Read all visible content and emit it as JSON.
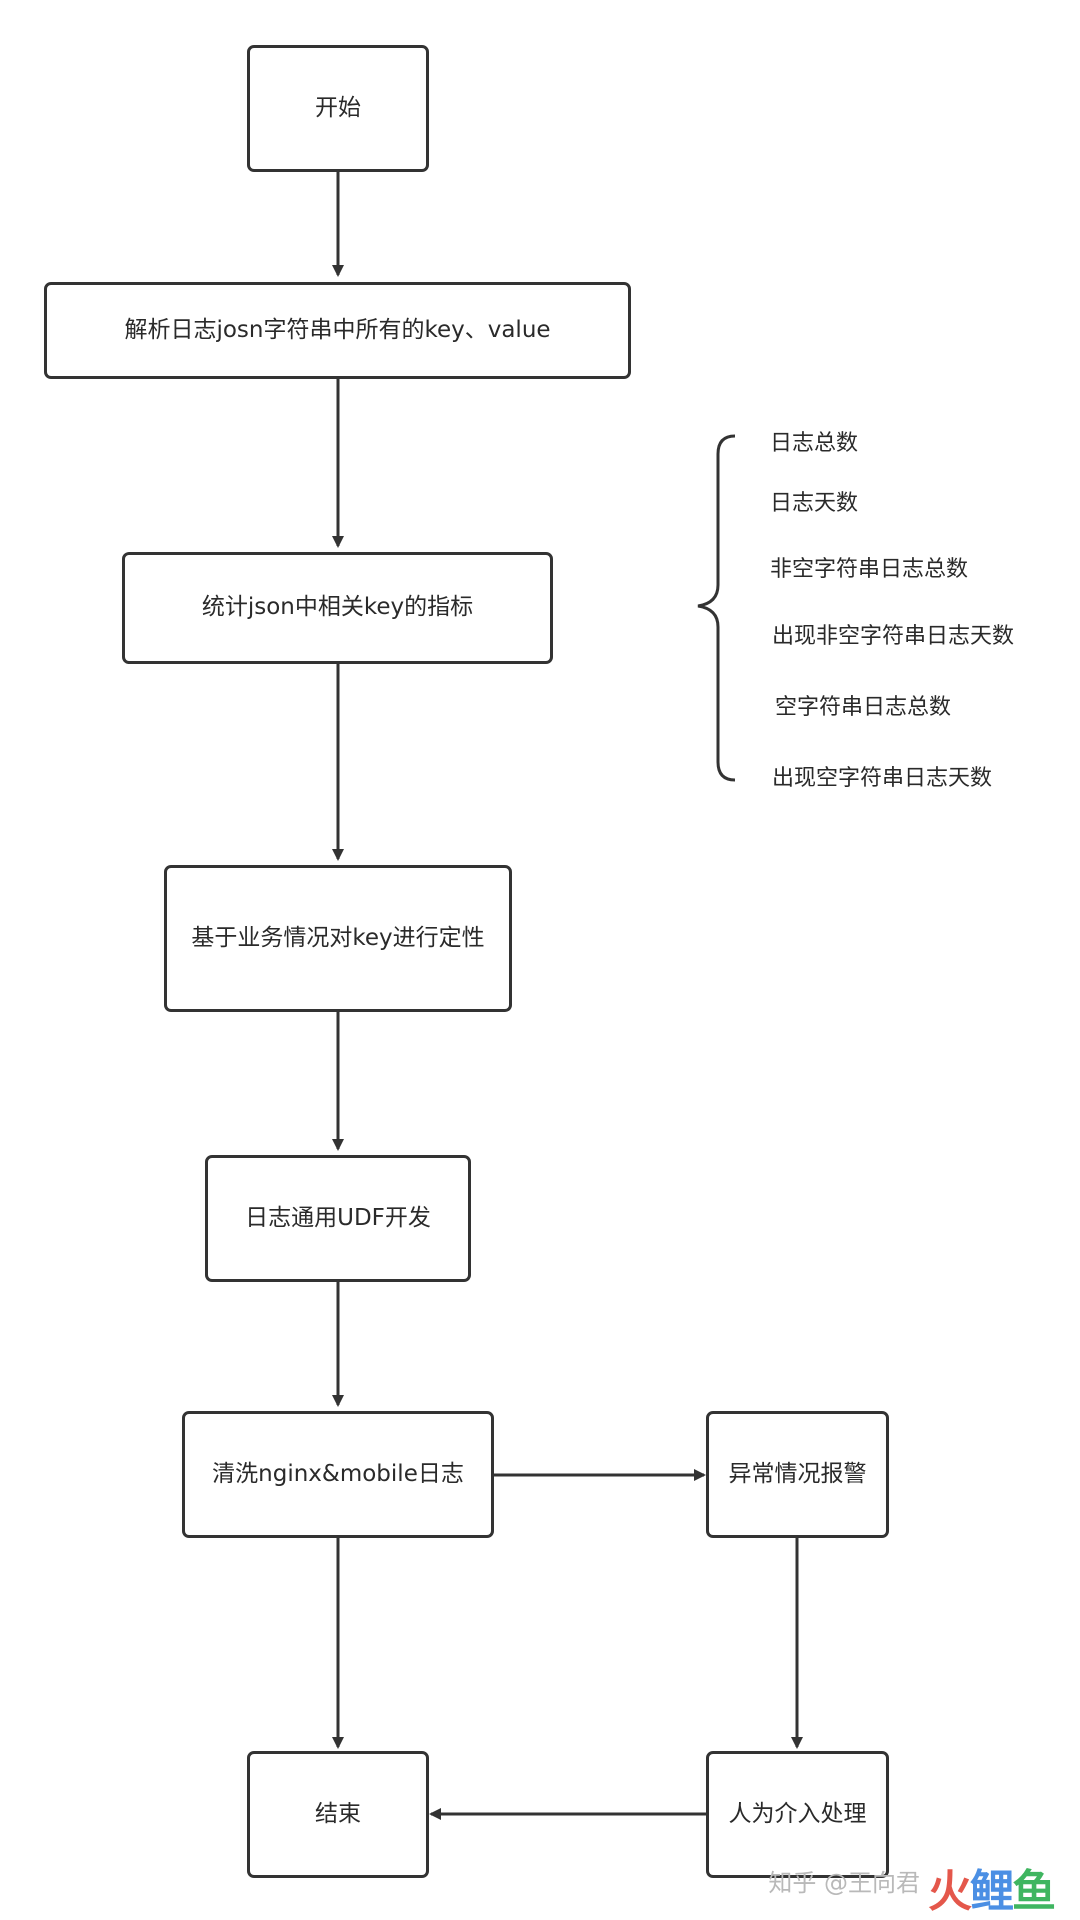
{
  "flowchart": {
    "nodes": {
      "start": "开始",
      "parse": "解析日志josn字符串中所有的key、value",
      "stats": "统计json中相关key的指标",
      "qualify": "基于业务情况对key进行定性",
      "udf": "日志通用UDF开发",
      "clean": "清洗nginx&mobile日志",
      "alert": "异常情况报警",
      "manual": "人为介入处理",
      "end": "结束"
    },
    "metrics": [
      "日志总数",
      "日志天数",
      "非空字符串日志总数",
      "出现非空字符串日志天数",
      "空字符串日志总数",
      "出现空字符串日志天数"
    ]
  },
  "watermark": {
    "text": "知乎 @王向君",
    "logo": "火鲤鱼"
  },
  "colors": {
    "line": "#333333",
    "text": "#2a2a2a"
  }
}
